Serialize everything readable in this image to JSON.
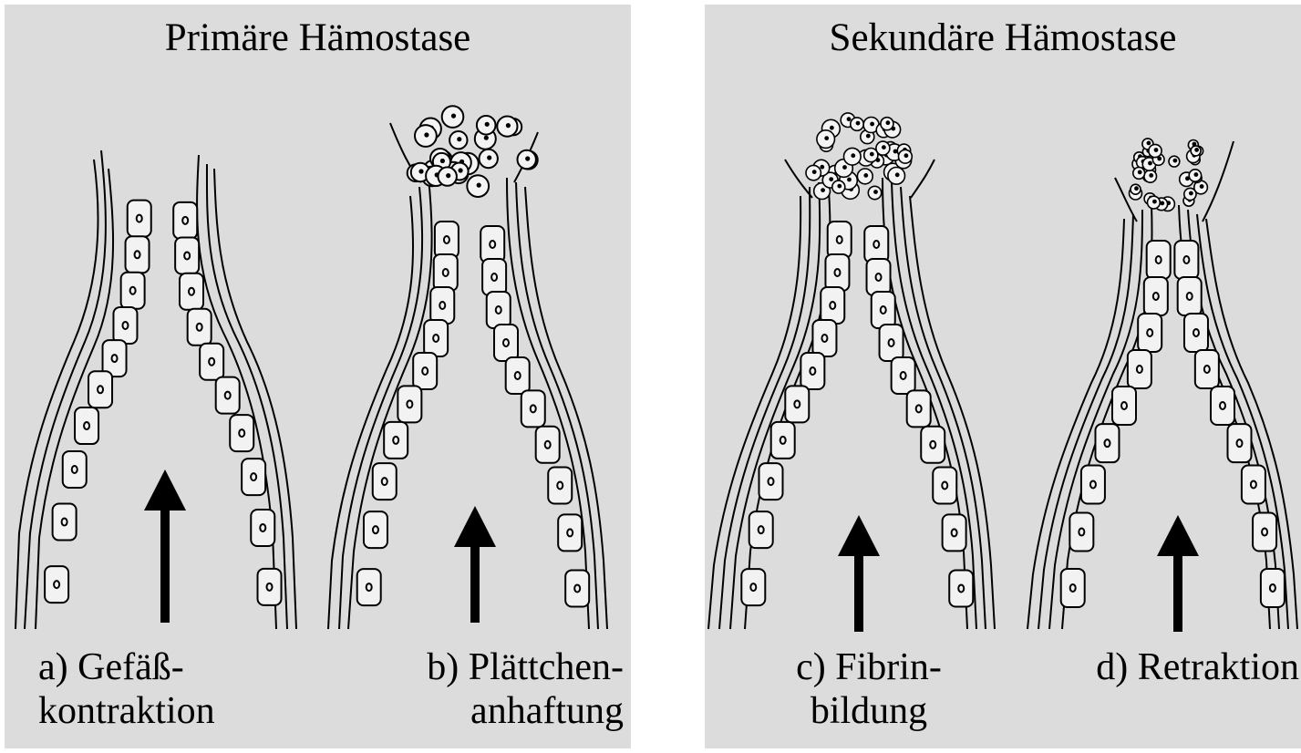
{
  "primary": {
    "title": "Primäre Hämostase",
    "captions": [
      {
        "line1": "a) Gefäß-",
        "line2": "kontraktion"
      },
      {
        "line1": "b) Plättchen-",
        "line2": "anhaftung"
      }
    ]
  },
  "secondary": {
    "title": "Sekundäre Hämostase",
    "captions": [
      {
        "line1": "c) Fibrin-",
        "line2": "bildung"
      },
      {
        "line1": "d) Retraktion"
      }
    ]
  },
  "colors": {
    "panel_background": "#dcdcdc",
    "line": "#000000",
    "cell_fill": "#f2f2f2"
  }
}
